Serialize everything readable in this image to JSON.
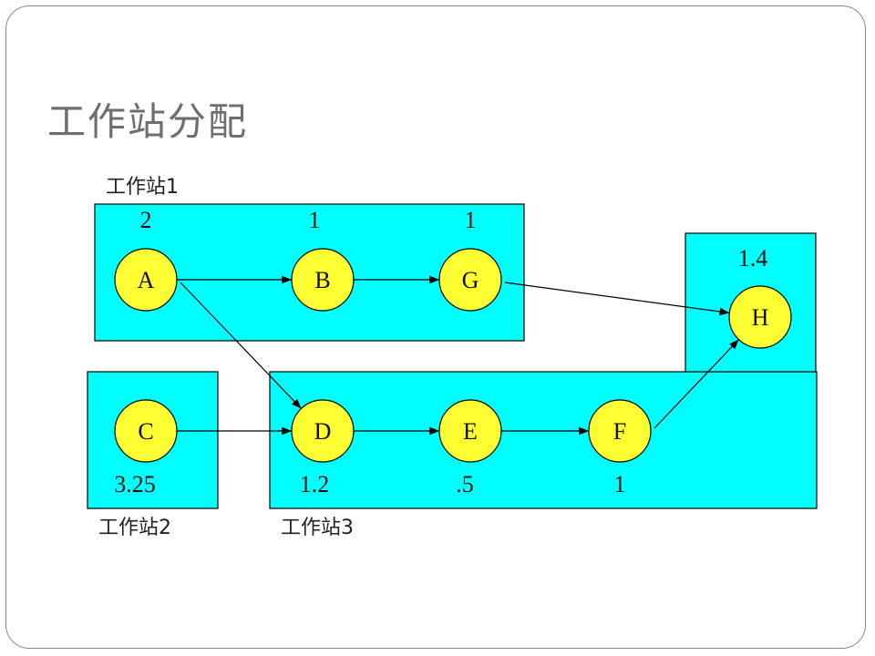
{
  "title": "工作站分配",
  "stations": [
    {
      "id": "ws1",
      "label": "工作站1"
    },
    {
      "id": "ws2",
      "label": "工作站2"
    },
    {
      "id": "ws3",
      "label": "工作站3"
    },
    {
      "id": "ws4",
      "label": ""
    }
  ],
  "tasks": [
    {
      "id": "A",
      "label": "A",
      "time": "2",
      "station": "ws1"
    },
    {
      "id": "B",
      "label": "B",
      "time": "1",
      "station": "ws1"
    },
    {
      "id": "G",
      "label": "G",
      "time": "1",
      "station": "ws1"
    },
    {
      "id": "H",
      "label": "H",
      "time": "1.4",
      "station": "ws4"
    },
    {
      "id": "C",
      "label": "C",
      "time": "3.25",
      "station": "ws2"
    },
    {
      "id": "D",
      "label": "D",
      "time": "1.2",
      "station": "ws3"
    },
    {
      "id": "E",
      "label": "E",
      "time": ".5",
      "station": "ws3"
    },
    {
      "id": "F",
      "label": "F",
      "time": "1",
      "station": "ws3"
    }
  ],
  "edges": [
    {
      "from": "A",
      "to": "B"
    },
    {
      "from": "B",
      "to": "G"
    },
    {
      "from": "G",
      "to": "H"
    },
    {
      "from": "A",
      "to": "D"
    },
    {
      "from": "C",
      "to": "D"
    },
    {
      "from": "D",
      "to": "E"
    },
    {
      "from": "E",
      "to": "F"
    },
    {
      "from": "F",
      "to": "H"
    }
  ],
  "colors": {
    "station_fill": "#00ffff",
    "node_fill": "#ffff33",
    "stroke": "#000000"
  }
}
